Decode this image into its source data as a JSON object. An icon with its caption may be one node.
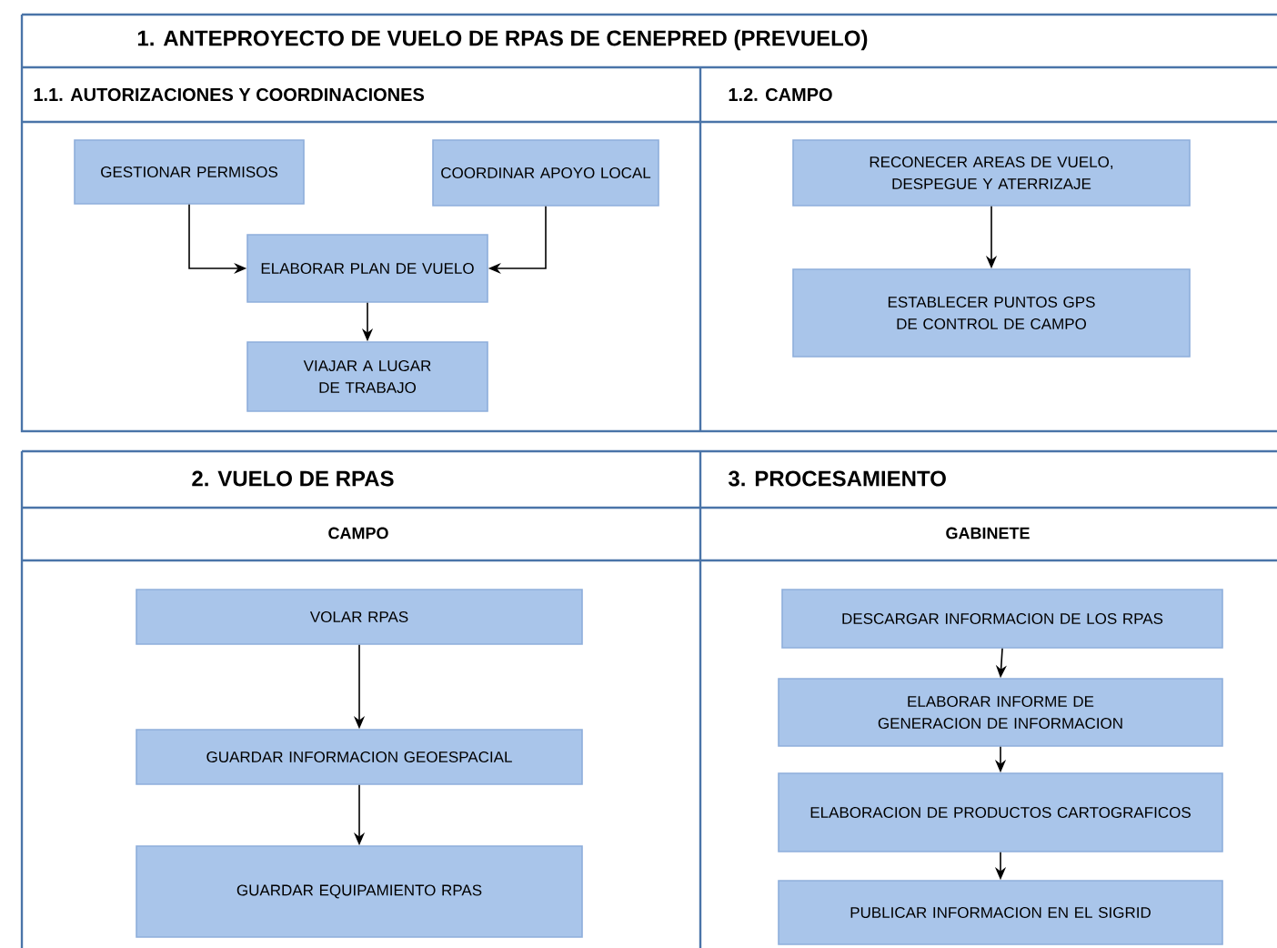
{
  "diagram": {
    "nodes": [
      {
        "text": [
          "GESTIONAR PERMISOS"
        ]
      },
      {
        "text": [
          "COORDINAR APOYO LOCAL"
        ]
      },
      {
        "text": [
          "ELABORAR PLAN DE VUELO"
        ]
      },
      {
        "text": [
          "VIAJAR A LUGAR DE TRABAJO"
        ]
      },
      {
        "text": [
          "RECONECER AREAS DE VUELO, DESPEGUE Y ATERRIZAJE"
        ]
      },
      {
        "text": [
          "ESTABLECER PUNTOS GPS DE CONTROL DE CAMPO"
        ]
      },
      {
        "text": [
          "VOLAR RPAS"
        ]
      },
      {
        "text": [
          "GUARDAR INFORMACION GEOESPACIAL"
        ]
      },
      {
        "text": [
          "GUARDAR EQUIPAMIENTO RPAS"
        ]
      },
      {
        "text": [
          "DESCARGAR INFORMACION DE LOS RPAS"
        ]
      },
      {
        "text": [
          "ELABORAR INFORME DE GENERACION DE INFORMACION"
        ]
      },
      {
        "text": [
          "ELABORACION DE PRODUCTOS CARTOGRAFICOS"
        ]
      },
      {
        "text": [
          "PUBLICAR INFORMACION EN EL SIGRID"
        ]
      }
    ],
    "edges": [
      {
        "from": 0,
        "to": 2,
        "arrow": "to"
      },
      {
        "from": 1,
        "to": 2,
        "arrow": "to"
      },
      {
        "from": 2,
        "to": 3,
        "arrow": "to"
      },
      {
        "from": 4,
        "to": 5,
        "arrow": "to"
      },
      {
        "from": 6,
        "to": 7,
        "arrow": "to"
      },
      {
        "from": 7,
        "to": 8,
        "arrow": "to"
      },
      {
        "from": 9,
        "to": 10,
        "arrow": "to"
      },
      {
        "from": 10,
        "to": 11,
        "arrow": "to"
      },
      {
        "from": 11,
        "to": 12,
        "arrow": "to"
      }
    ],
    "labels": [
      "1. ANTEPROYECTO DE VUELO DE RPAS DE CENEPRED (PREVUELO)",
      "1.1. AUTORIZACIONES Y COORDINACIONES",
      "1.2. CAMPO",
      "2. VUELO DE RPAS",
      "3. PROCESAMIENTO",
      "CAMPO",
      "GABINETE"
    ]
  }
}
